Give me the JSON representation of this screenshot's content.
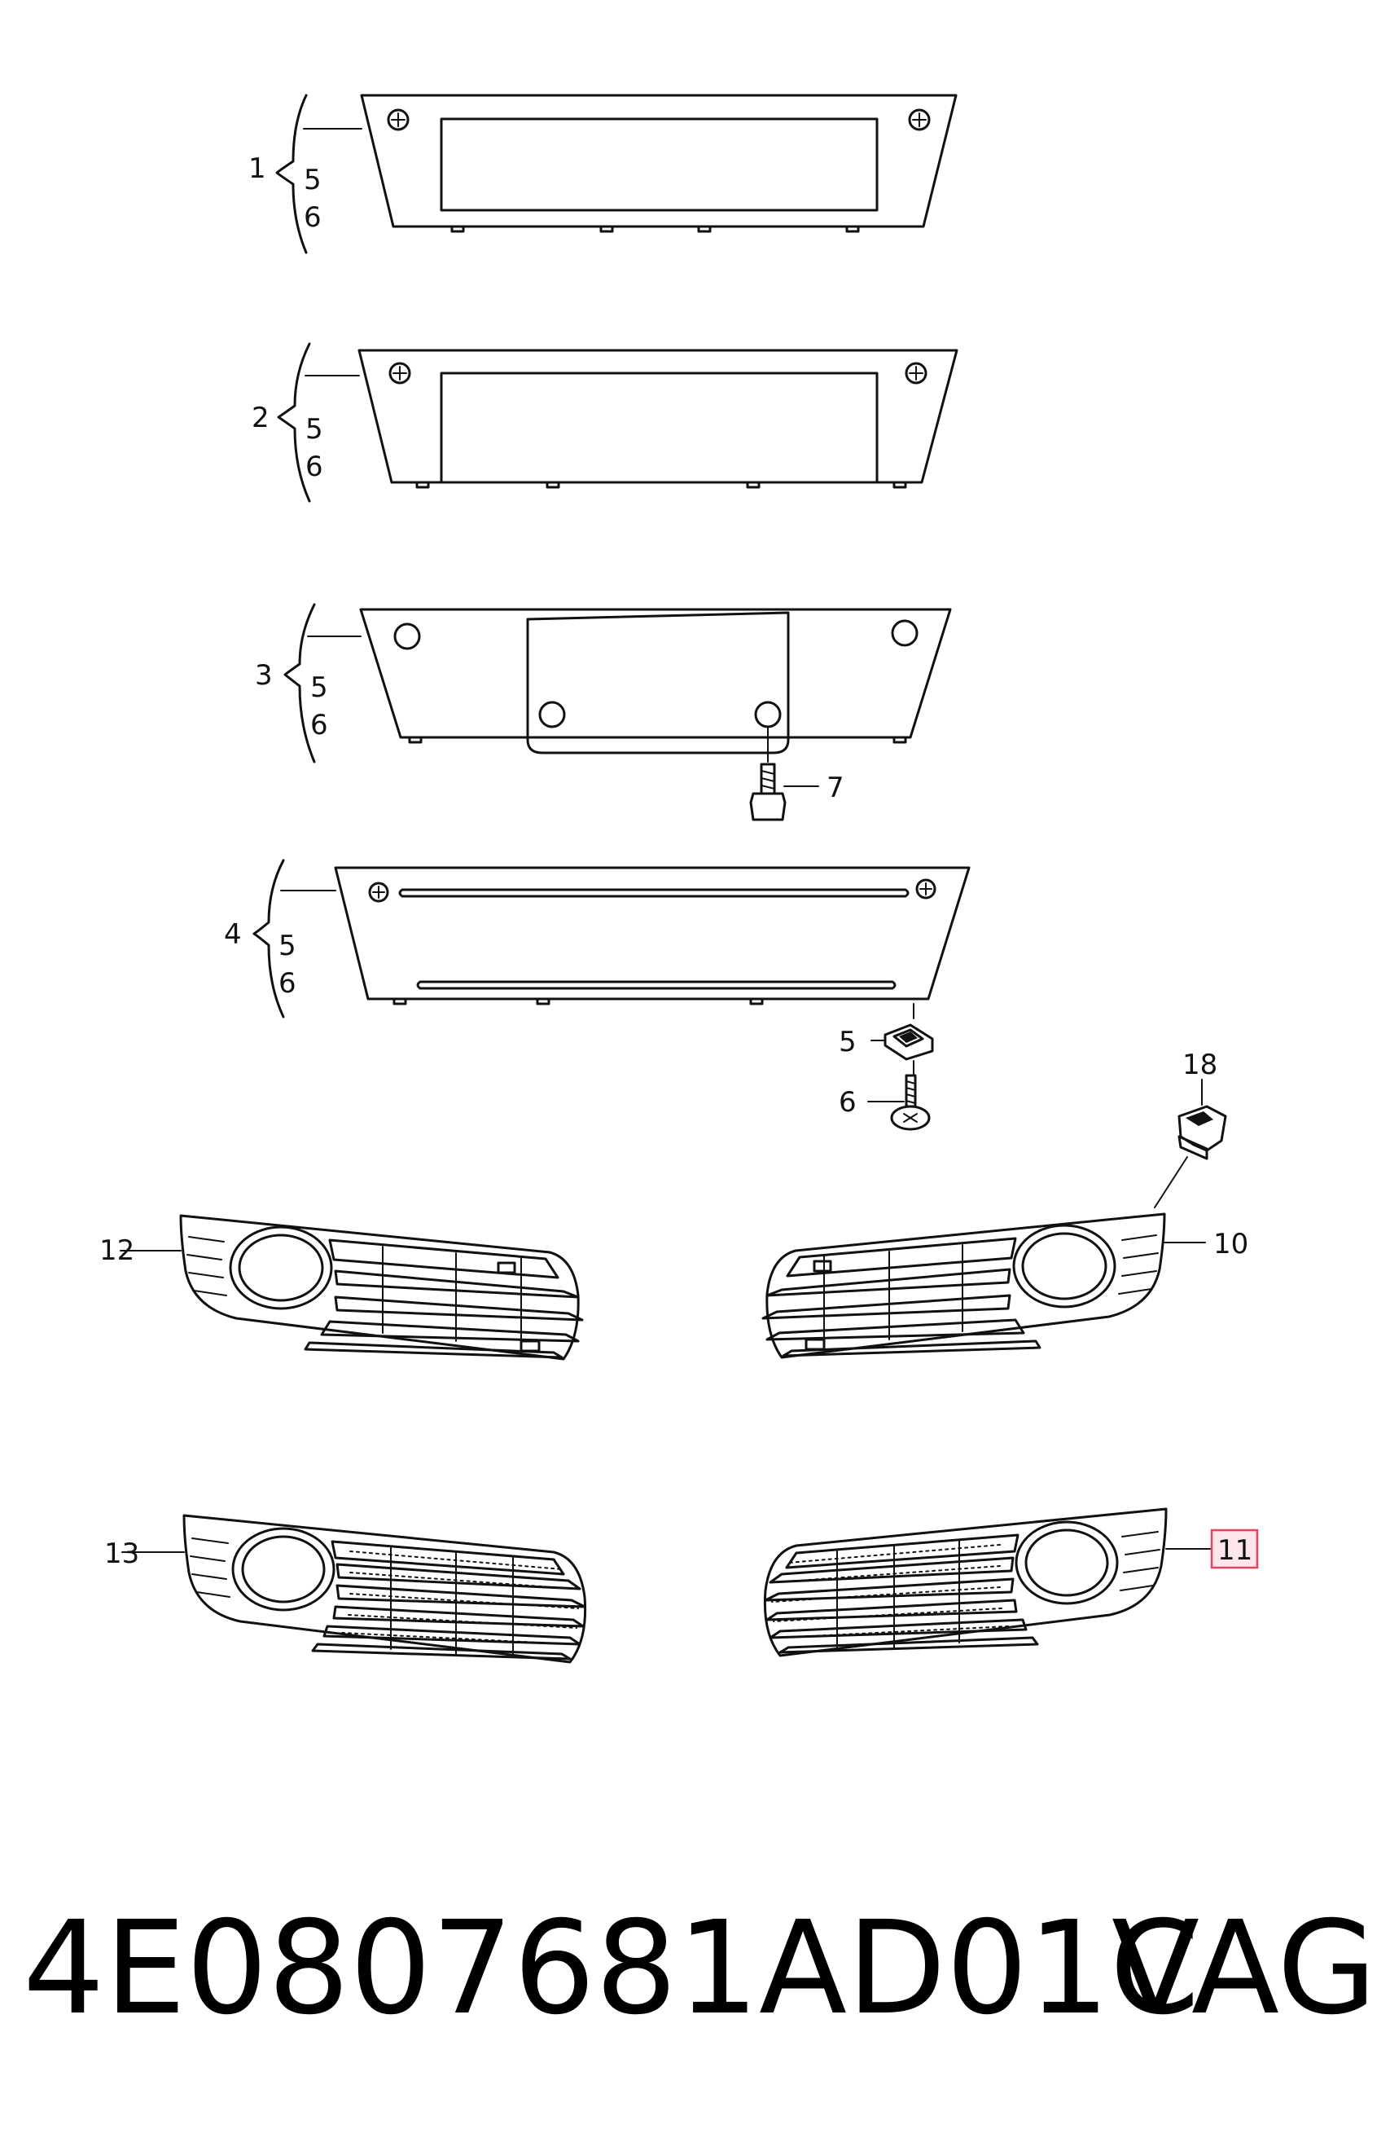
{
  "diagram": {
    "callouts": {
      "c1": "1",
      "c2": "2",
      "c3": "3",
      "c4": "4",
      "c5a": "5",
      "c6a": "6",
      "c5b": "5",
      "c6b": "6",
      "c5c": "5",
      "c6c": "6",
      "c5d": "5",
      "c6d": "6",
      "c7": "7",
      "c5e": "5",
      "c6e": "6",
      "c18": "18",
      "c10": "10",
      "c11": "11",
      "c12": "12",
      "c13": "13"
    },
    "highlighted_callout": "11",
    "highlight_color": "#e8415c",
    "footer": {
      "part_number": "4E0807681AD01C",
      "brand": "VAG"
    }
  }
}
